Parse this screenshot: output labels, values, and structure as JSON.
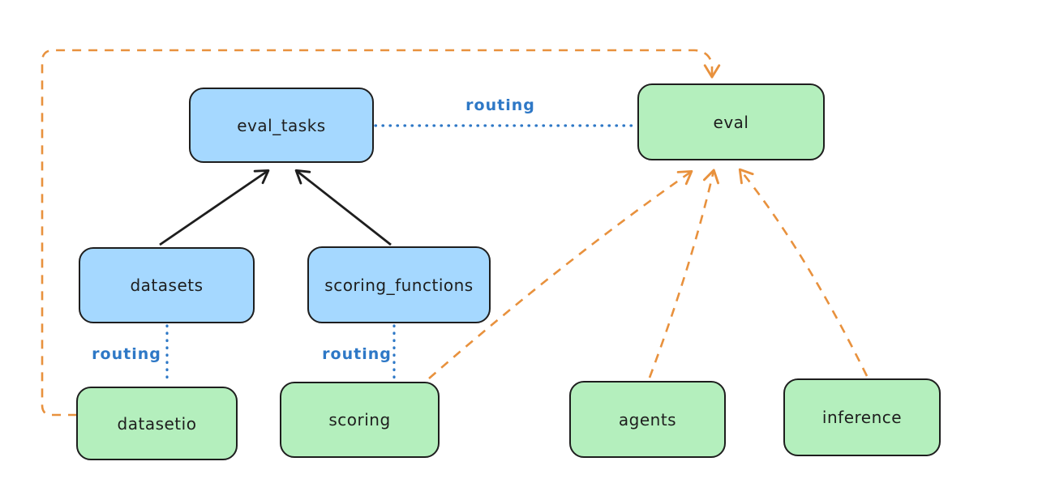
{
  "colors": {
    "background": "#ffffff",
    "blue_node_fill": "#a5d8ff",
    "green_node_fill": "#b4efbd",
    "node_border": "#1e1e1e",
    "black_edge": "#1e1e1e",
    "orange_edge": "#e8913d",
    "blue_edge": "#2e78c6"
  },
  "nodes": [
    {
      "id": "eval_tasks",
      "label": "eval_tasks",
      "fill": "blue"
    },
    {
      "id": "eval",
      "label": "eval",
      "fill": "green"
    },
    {
      "id": "datasets",
      "label": "datasets",
      "fill": "blue"
    },
    {
      "id": "scoring_functions",
      "label": "scoring_functions",
      "fill": "blue"
    },
    {
      "id": "datasetio",
      "label": "datasetio",
      "fill": "green"
    },
    {
      "id": "scoring",
      "label": "scoring",
      "fill": "green"
    },
    {
      "id": "agents",
      "label": "agents",
      "fill": "green"
    },
    {
      "id": "inference",
      "label": "inference",
      "fill": "green"
    }
  ],
  "edges": [
    {
      "from": "datasets",
      "to": "eval_tasks",
      "style": "solid",
      "color": "black",
      "label": ""
    },
    {
      "from": "scoring_functions",
      "to": "eval_tasks",
      "style": "solid",
      "color": "black",
      "label": ""
    },
    {
      "from": "eval_tasks",
      "to": "eval",
      "style": "dotted",
      "color": "blue",
      "label": "routing"
    },
    {
      "from": "datasets",
      "to": "datasetio",
      "style": "dotted",
      "color": "blue",
      "label": "routing"
    },
    {
      "from": "scoring_functions",
      "to": "scoring",
      "style": "dotted",
      "color": "blue",
      "label": "routing"
    },
    {
      "from": "datasetio",
      "to": "eval",
      "style": "dashed",
      "color": "orange",
      "label": ""
    },
    {
      "from": "scoring",
      "to": "eval",
      "style": "dashed",
      "color": "orange",
      "label": ""
    },
    {
      "from": "agents",
      "to": "eval",
      "style": "dashed",
      "color": "orange",
      "label": ""
    },
    {
      "from": "inference",
      "to": "eval",
      "style": "dashed",
      "color": "orange",
      "label": ""
    }
  ]
}
